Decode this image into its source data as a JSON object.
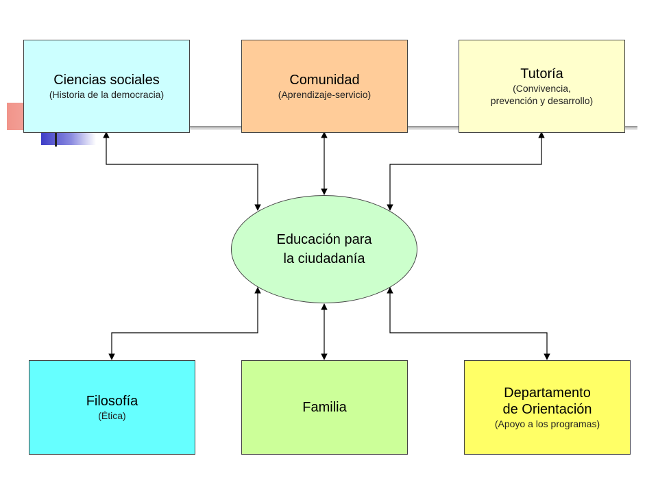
{
  "nodes": {
    "ciencias": {
      "title": "Ciencias sociales",
      "sub": "(Historia de la democracia)",
      "color": "#ccffff"
    },
    "comunidad": {
      "title": "Comunidad",
      "sub": "(Aprendizaje-servicio)",
      "color": "#ffcc99"
    },
    "tutoria": {
      "title": "Tutoría",
      "sub_1": "(Convivencia,",
      "sub_2": "prevención y desarrollo)",
      "color": "#ffffcc"
    },
    "center": {
      "title_1": "Educación para",
      "title_2": "la ciudadanía",
      "color": "#ccffcc"
    },
    "filosofia": {
      "title": "Filosofía",
      "sub": "(Ética)",
      "color": "#66ffff"
    },
    "familia": {
      "title": "Familia",
      "color": "#ccff99"
    },
    "orientacion": {
      "title_1": "Departamento",
      "title_2": "de Orientación",
      "sub": "(Apoyo a los programas)",
      "color": "#ffff66"
    }
  },
  "edges": [
    {
      "from": "ciencias",
      "to": "center",
      "arrows": "both"
    },
    {
      "from": "comunidad",
      "to": "center",
      "arrows": "both"
    },
    {
      "from": "tutoria",
      "to": "center",
      "arrows": "both"
    },
    {
      "from": "filosofia",
      "to": "center",
      "arrows": "both"
    },
    {
      "from": "familia",
      "to": "center",
      "arrows": "both"
    },
    {
      "from": "orientacion",
      "to": "center",
      "arrows": "both"
    }
  ]
}
